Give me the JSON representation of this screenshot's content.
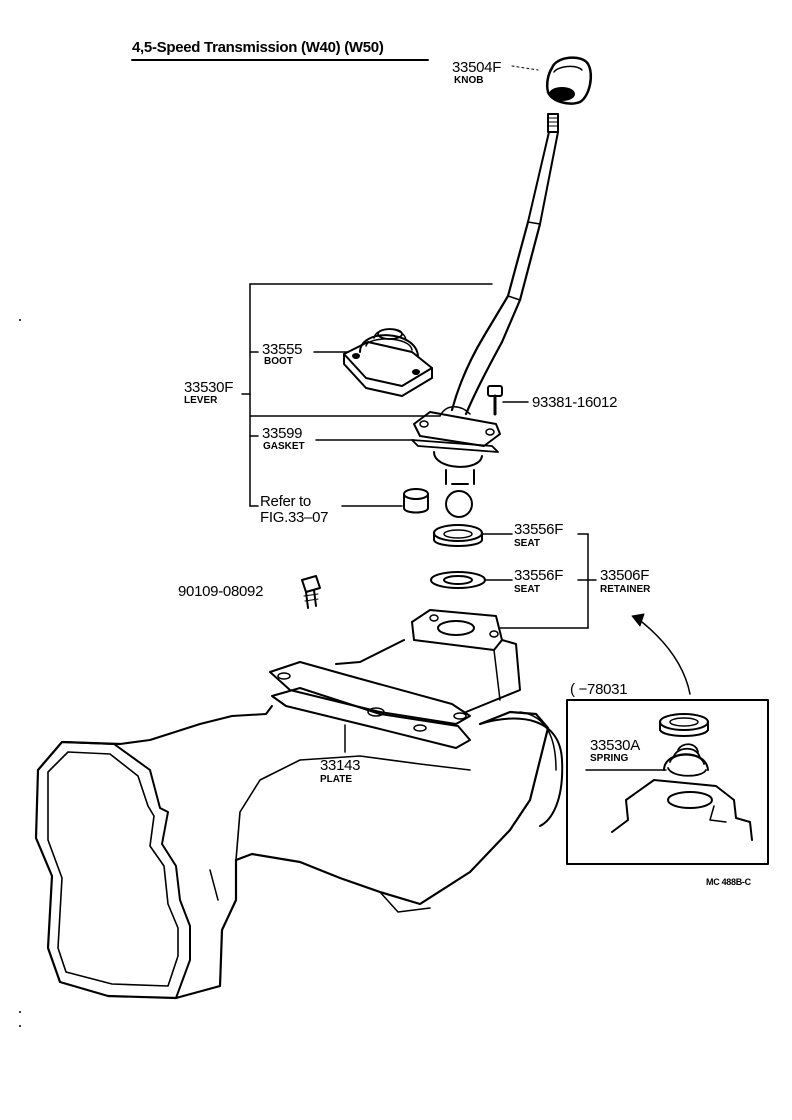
{
  "title": "4,5-Speed Transmission (W40) (W50)",
  "code": "MC 488B-C",
  "parts": {
    "knob": {
      "number": "33504F",
      "name": "KNOB"
    },
    "boot": {
      "number": "33555",
      "name": "BOOT"
    },
    "lever": {
      "number": "33530F",
      "name": "LEVER"
    },
    "gasket": {
      "number": "33599",
      "name": "GASKET"
    },
    "refer_line1": "Refer to",
    "refer_line2": "FIG.33–07",
    "bolt_lever": {
      "number": "93381-16012"
    },
    "seat_upper": {
      "number": "33556F",
      "name": "SEAT"
    },
    "seat_lower": {
      "number": "33556F",
      "name": "SEAT"
    },
    "retainer": {
      "number": "33506F",
      "name": "RETAINER"
    },
    "bolt_side": {
      "number": "90109-08092"
    },
    "plate": {
      "number": "33143",
      "name": "PLATE"
    },
    "spring": {
      "number": "33530A",
      "name": "SPRING"
    }
  },
  "inset": {
    "date_range": "(      −78031"
  }
}
